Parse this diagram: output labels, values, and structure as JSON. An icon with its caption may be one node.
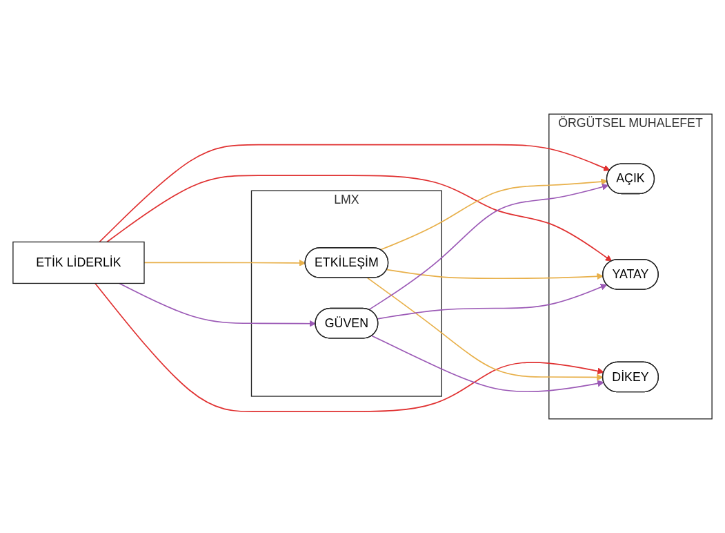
{
  "diagram": {
    "nodes": [
      {
        "text": [
          "LMX"
        ]
      },
      {
        "text": [
          "ETKİLEŞİM"
        ],
        "in": 0
      },
      {
        "text": [
          "GÜVEN"
        ],
        "in": 0
      },
      {
        "text": [
          "ETİK LİDERLİK"
        ]
      },
      {
        "text": [
          "ÖRGÜTSEL MUHALEFET"
        ]
      },
      {
        "text": [
          "AÇIK"
        ],
        "in": 4
      },
      {
        "text": [
          "YATAY"
        ],
        "in": 4
      },
      {
        "text": [
          "DİKEY"
        ],
        "in": 4
      }
    ],
    "edges": [
      {
        "from": 3,
        "to": 1,
        "arrow": "to",
        "color": "#e8b04a"
      },
      {
        "from": 3,
        "to": 2,
        "arrow": "to",
        "color": "#9b59b6"
      },
      {
        "from": 3,
        "to": 5,
        "arrow": "to",
        "color": "#e03030"
      },
      {
        "from": 3,
        "to": 6,
        "arrow": "to",
        "color": "#e03030"
      },
      {
        "from": 3,
        "to": 7,
        "arrow": "to",
        "color": "#e03030"
      },
      {
        "from": 1,
        "to": 5,
        "arrow": "to",
        "color": "#e8b04a"
      },
      {
        "from": 1,
        "to": 6,
        "arrow": "to",
        "color": "#e8b04a"
      },
      {
        "from": 1,
        "to": 7,
        "arrow": "to",
        "color": "#e8b04a"
      },
      {
        "from": 2,
        "to": 5,
        "arrow": "to",
        "color": "#9b59b6"
      },
      {
        "from": 2,
        "to": 6,
        "arrow": "to",
        "color": "#9b59b6"
      },
      {
        "from": 2,
        "to": 7,
        "arrow": "to",
        "color": "#9b59b6"
      }
    ]
  }
}
